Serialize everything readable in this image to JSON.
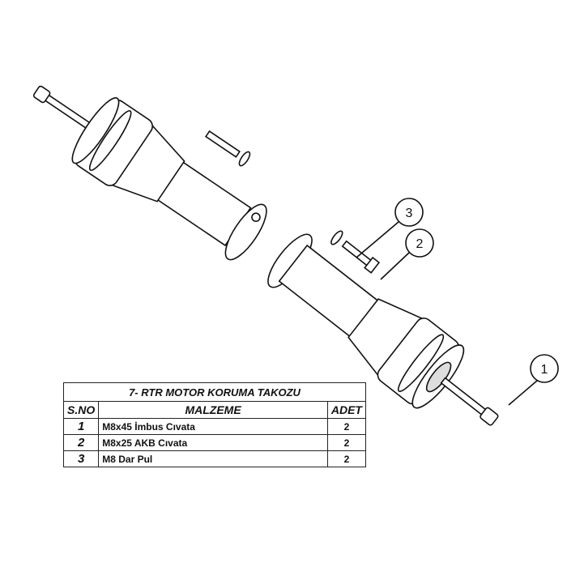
{
  "table": {
    "title": "7- RTR MOTOR KORUMA TAKOZU",
    "headers": [
      "S.NO",
      "MALZEME",
      "ADET"
    ],
    "rows": [
      {
        "no": "1",
        "name": "M8x45 İmbus Cıvata",
        "qty": "2"
      },
      {
        "no": "2",
        "name": "M8x25 AKB Cıvata",
        "qty": "2"
      },
      {
        "no": "3",
        "name": "M8 Dar Pul",
        "qty": "2"
      }
    ]
  },
  "balloons": [
    "1",
    "2",
    "3"
  ]
}
